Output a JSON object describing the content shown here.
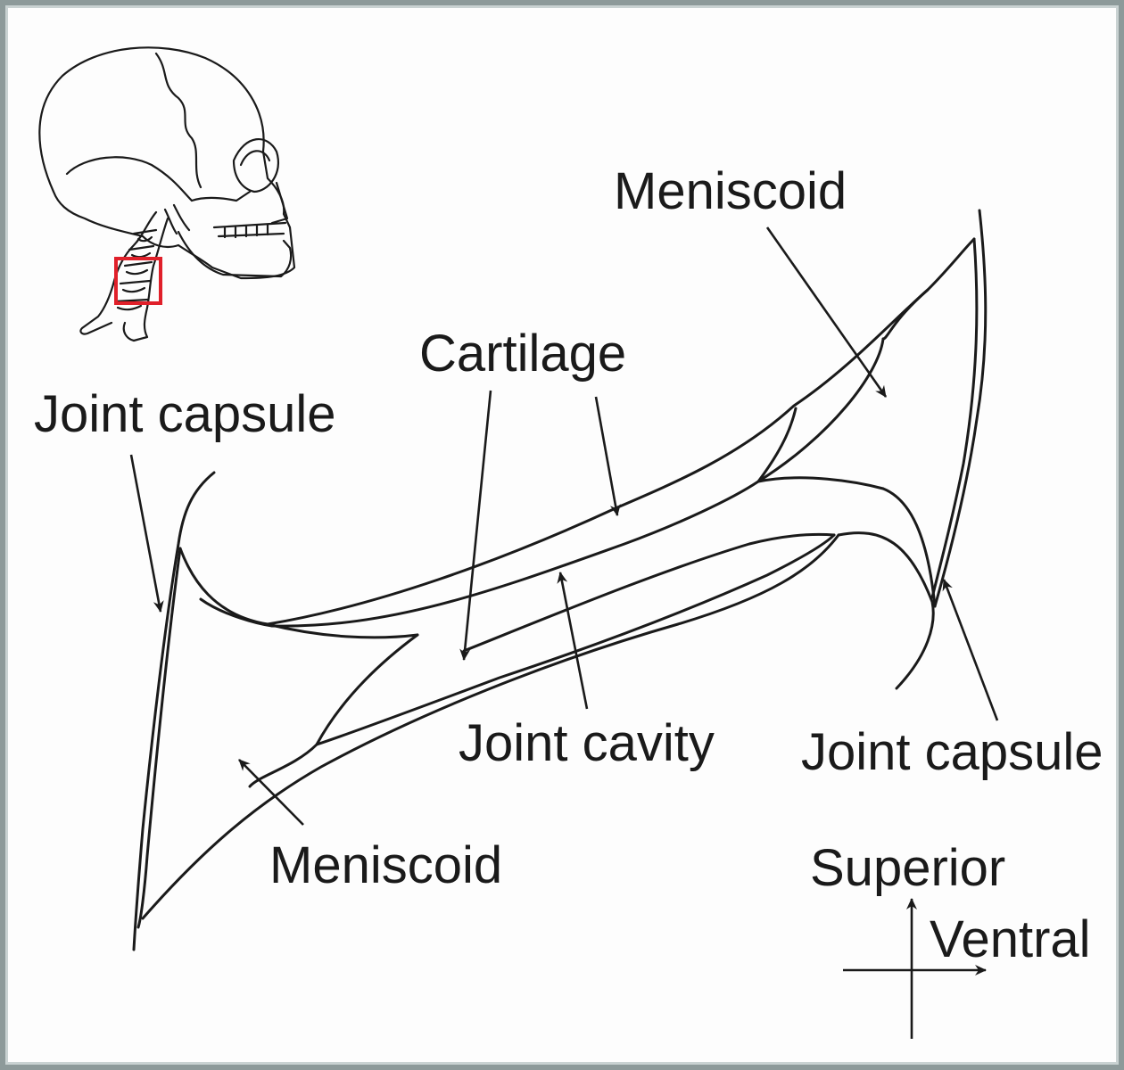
{
  "labels": {
    "meniscoid_top": "Meniscoid",
    "cartilage": "Cartilage",
    "joint_capsule_left": "Joint capsule",
    "joint_cavity": "Joint cavity",
    "joint_capsule_right": "Joint capsule",
    "meniscoid_bottom": "Meniscoid",
    "superior": "Superior",
    "ventral": "Ventral"
  },
  "colors": {
    "line": "#1a1a1a",
    "highlight_box": "#e0202a",
    "frame": "#8d9a9a"
  },
  "icons": {
    "skull": "skull-with-cervical-spine-icon"
  }
}
